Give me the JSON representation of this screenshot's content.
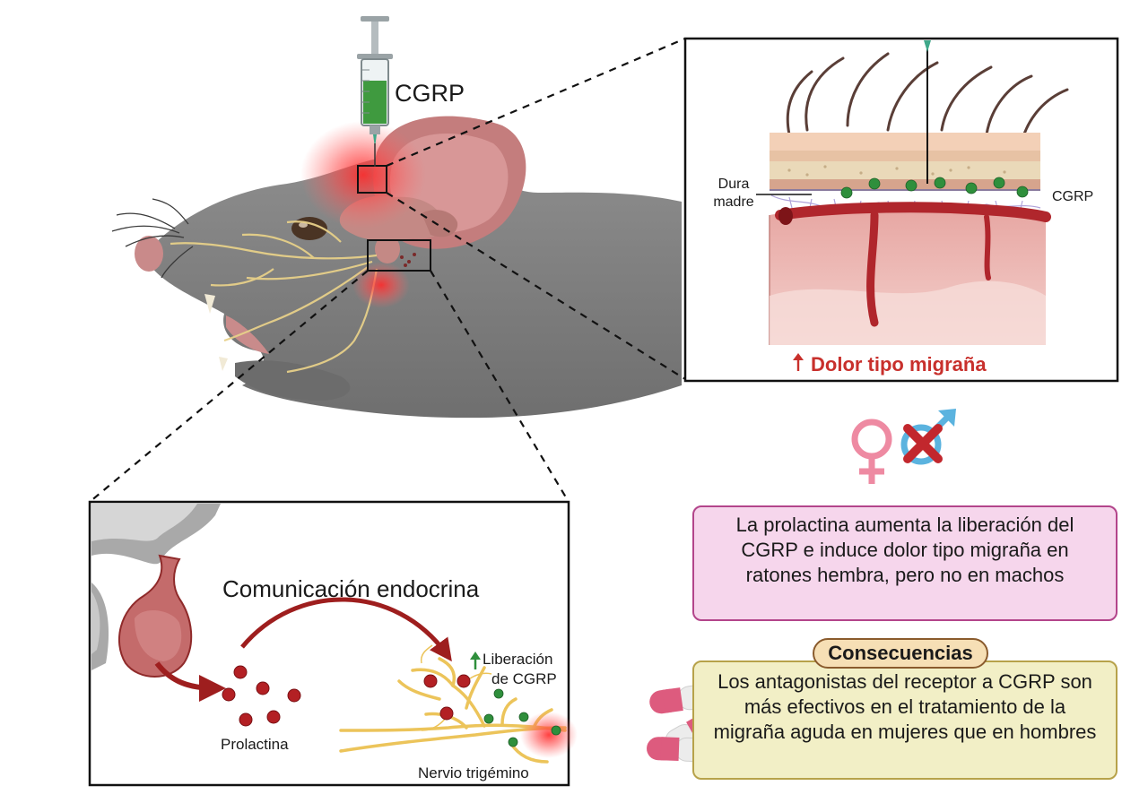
{
  "labels": {
    "injection": "CGRP",
    "dura": [
      "Dura",
      "madre"
    ],
    "cgrp_right": "CGRP",
    "pain": "Dolor tipo migraña",
    "endocrine": "Comunicación endocrina",
    "release": [
      "Liberación",
      "de CGRP"
    ],
    "prolactin": "Prolactina",
    "nerve": "Nervio trigémino"
  },
  "info_text": "La prolactina aumenta la liberación del CGRP e induce dolor tipo migraña en ratones hembra, pero no en machos",
  "consequences": {
    "title": "Consecuencias",
    "text": "Los antagonistas del receptor a CGRP son más efectivos en el tratamiento de la migraña aguda en mujeres que en hombres"
  },
  "icons": [
    "syringe-icon",
    "female-symbol-icon",
    "male-symbol-icon",
    "cross-mark-icon",
    "capsule-icon",
    "up-arrow-icon"
  ],
  "colors": {
    "pain_text": "#c8302c",
    "arrow_red": "#9e1e1e",
    "green_dot": "#2f8f3c",
    "prolactin_dot": "#b32024",
    "info_border": "#b3458b",
    "info_fill": "#f6d6ec",
    "conseq_fill": "#f2efc6",
    "female": "#ee8aa2",
    "male": "#5bb3df",
    "cross": "#c2272d"
  }
}
